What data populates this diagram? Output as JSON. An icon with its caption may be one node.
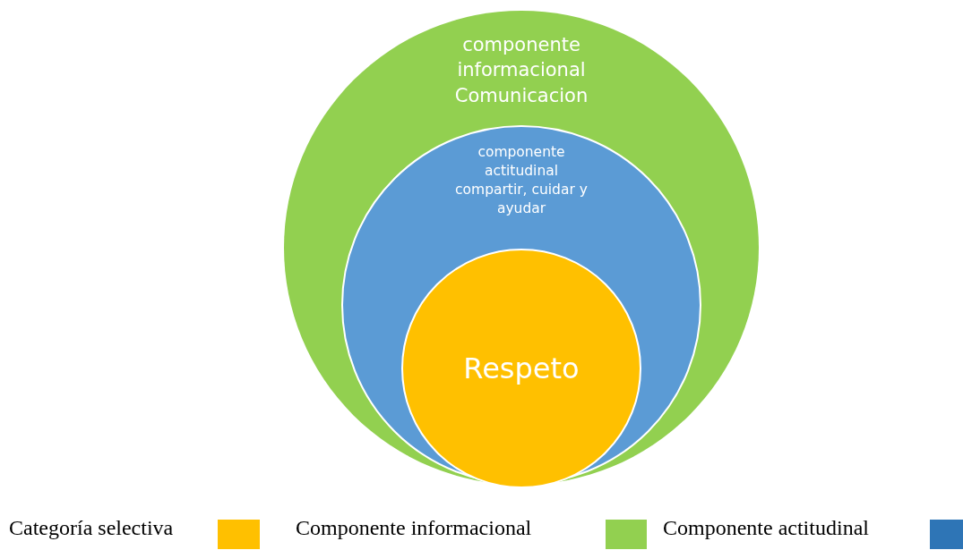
{
  "diagram": {
    "nodes": [
      {
        "text": [
          "componente informacional Comunicacion"
        ]
      },
      {
        "text": [
          "componente actitudinal compartir, cuidar y ayudar"
        ],
        "in": 0
      },
      {
        "text": [
          "Respeto"
        ],
        "in": 1
      }
    ],
    "legend": [
      {
        "text": "Categoría selectiva",
        "color": "#ffc000"
      },
      {
        "text": "Componente informacional",
        "color": "#92d050"
      },
      {
        "text": "Componente actitudinal",
        "color": "#2e75b6"
      }
    ]
  }
}
